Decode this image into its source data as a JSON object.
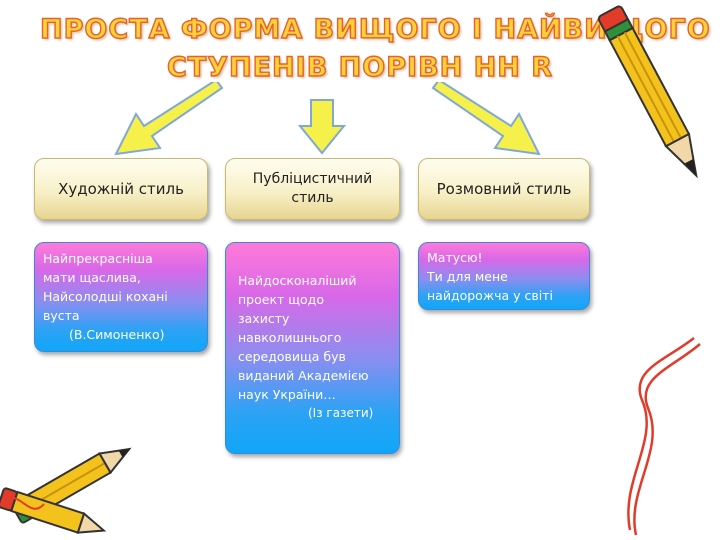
{
  "title": {
    "line1": "ПРОСТА ФОРМА ВИЩОГО І НАЙВИЩОГО",
    "line2": "СТУПЕНІВ ПОРІВН НН R"
  },
  "columns": [
    {
      "heading": "Художній стиль",
      "lines": [
        "Найпрекрасніша",
        "мати щаслива,",
        "Найсолодші кохані",
        "вуста"
      ],
      "source": "(В.Симоненко)"
    },
    {
      "heading": "Публіцистичний стиль",
      "lines": [
        "Найдосконаліший",
        "проект щодо",
        "захисту",
        "навколишнього",
        "середовища був",
        "виданий Академією",
        "наук України…"
      ],
      "source": "(Із газети)"
    },
    {
      "heading": "Розмовний стиль",
      "lines": [
        "Матусю!",
        "Ти для мене",
        "найдорожча у світі"
      ],
      "source": ""
    }
  ],
  "colors": {
    "title_fill": "#ffd23a",
    "title_outline": "#e8602a",
    "arrow_fill": "#f5f04a",
    "arrow_outline": "#7fa8d8"
  },
  "decorations": [
    "pencil-icon",
    "pencil-icon",
    "pencil-icon"
  ]
}
